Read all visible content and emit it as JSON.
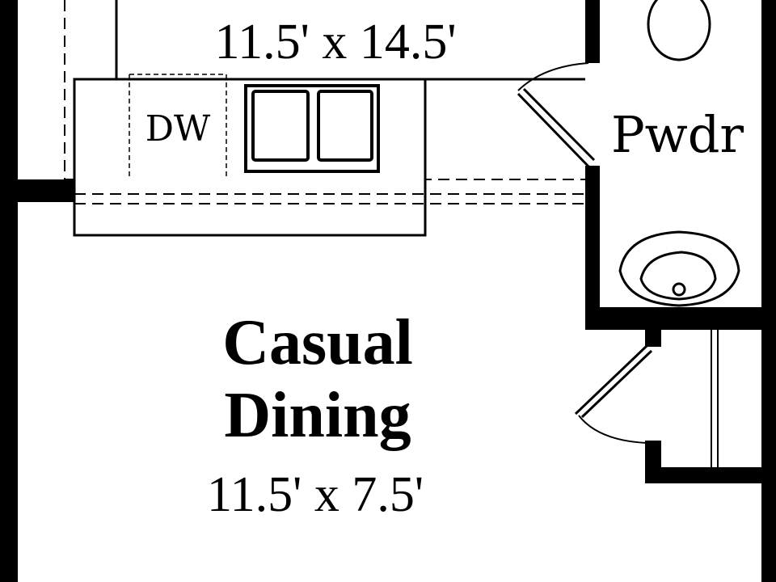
{
  "kitchen": {
    "dimensions": "11.5' x 14.5'"
  },
  "dishwasher": {
    "label": "DW"
  },
  "powder_room": {
    "label": "Pwdr"
  },
  "casual_dining": {
    "name_line1": "Casual",
    "name_line2": "Dining",
    "dimensions": "11.5' x 7.5'"
  }
}
